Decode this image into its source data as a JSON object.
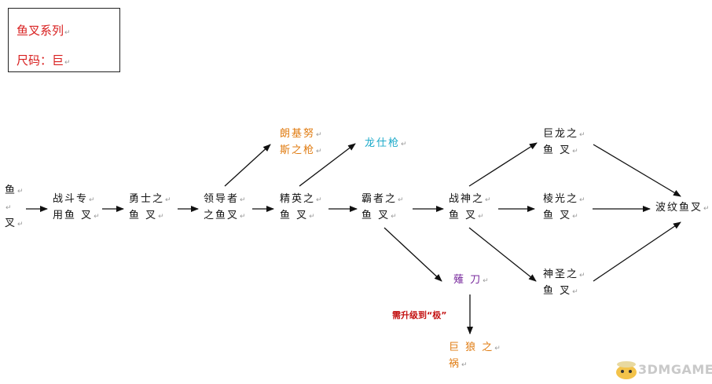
{
  "legend": {
    "line1": "鱼叉系列",
    "line2": "尺码：巨"
  },
  "nodes": [
    {
      "id": "yucha",
      "lines": [
        "鱼",
        "",
        "叉"
      ],
      "color": "#111111"
    },
    {
      "id": "zhandou",
      "lines": [
        "战斗专",
        "用鱼 叉"
      ],
      "color": "#111111"
    },
    {
      "id": "yongshi",
      "lines": [
        "勇士之",
        "鱼 叉"
      ],
      "color": "#111111"
    },
    {
      "id": "lingdao",
      "lines": [
        "领导者",
        "之鱼叉"
      ],
      "color": "#111111"
    },
    {
      "id": "langjinu",
      "lines": [
        "朗基努",
        "斯之枪"
      ],
      "color": "#e07b10"
    },
    {
      "id": "longshi",
      "lines": [
        "龙仕枪"
      ],
      "color": "#1aa9c9"
    },
    {
      "id": "jingying",
      "lines": [
        "精英之",
        "鱼 叉"
      ],
      "color": "#111111"
    },
    {
      "id": "bazhe",
      "lines": [
        "霸者之",
        "鱼 叉"
      ],
      "color": "#111111"
    },
    {
      "id": "zhanshen",
      "lines": [
        "战神之",
        "鱼 叉"
      ],
      "color": "#111111"
    },
    {
      "id": "julong",
      "lines": [
        "巨龙之",
        "鱼 叉"
      ],
      "color": "#111111"
    },
    {
      "id": "lengguang",
      "lines": [
        "棱光之",
        "鱼 叉"
      ],
      "color": "#111111"
    },
    {
      "id": "shensheng",
      "lines": [
        "神圣之",
        "鱼 叉"
      ],
      "color": "#111111"
    },
    {
      "id": "bowen",
      "lines": [
        "波纹鱼叉"
      ],
      "color": "#111111"
    },
    {
      "id": "yidao",
      "lines": [
        "薙 刀"
      ],
      "color": "#7a2c9e"
    },
    {
      "id": "julang",
      "lines": [
        "巨 狼 之",
        "祸"
      ],
      "color": "#e07b10"
    }
  ],
  "note": "需升级到“极”",
  "watermark": "3DMGAME"
}
